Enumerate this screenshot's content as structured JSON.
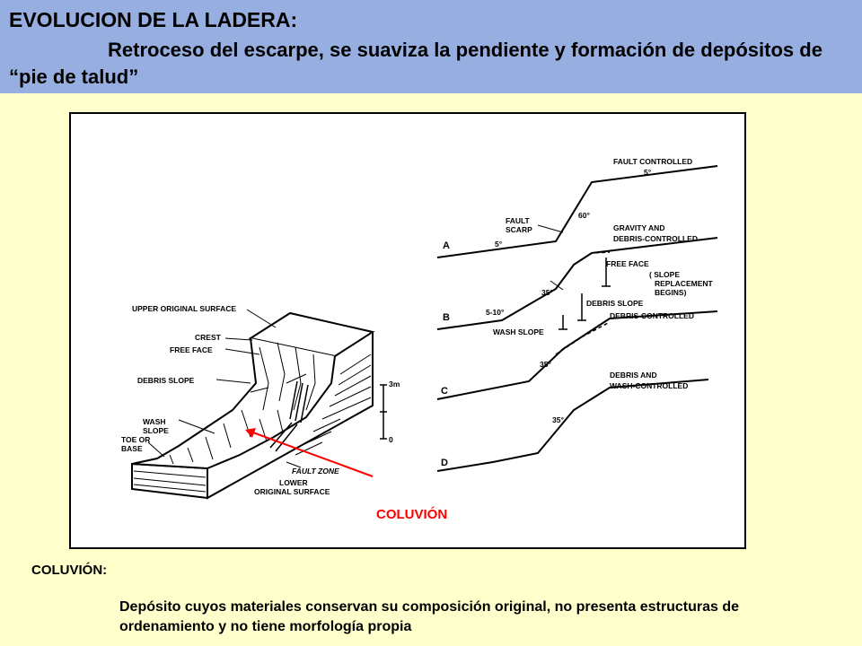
{
  "header": {
    "title": "EVOLUCION DE LA LADERA:",
    "subtitle": "Retroceso del escarpe, se suaviza  la pendiente  y formación de depósitos de “pie de talud”",
    "background_color": "#97aee0"
  },
  "page": {
    "background_color": "#ffffcc"
  },
  "figure": {
    "block_labels": {
      "upper_original_surface": "UPPER ORIGINAL SURFACE",
      "crest": "CREST",
      "free_face": "FREE FACE",
      "debris_slope": "DEBRIS SLOPE",
      "wash_slope_1": "WASH",
      "wash_slope_2": "SLOPE",
      "toe_1": "TOE OR",
      "toe_2": "BASE",
      "fault_zone": "FAULT ZONE",
      "lower_surface_1": "LOWER",
      "lower_surface_2": "ORIGINAL SURFACE",
      "scale_top": "3m",
      "scale_bottom": "0"
    },
    "profiles": {
      "a": {
        "letter": "A",
        "stage": "FAULT CONTROLLED",
        "angle_top": "5°",
        "scarp_1": "FAULT",
        "scarp_2": "SCARP",
        "angle_scarp": "60°",
        "angle_base": "5°"
      },
      "b": {
        "letter": "B",
        "stage_1": "GRAVITY AND",
        "stage_2": "DEBRIS-CONTROLLED",
        "free_face": "FREE FACE",
        "note_1": "( SLOPE",
        "note_2": "REPLACEMENT",
        "note_3": "BEGINS)",
        "angle": "35°",
        "debris_slope": "DEBRIS SLOPE",
        "angle_base": "5-10°",
        "wash_slope": "WASH SLOPE"
      },
      "c": {
        "letter": "C",
        "stage": "DEBRIS-CONTROLLED",
        "angle": "35°"
      },
      "d": {
        "letter": "D",
        "stage_1": "DEBRIS AND",
        "stage_2": "WASH-CONTROLLED",
        "angle": "35°"
      }
    },
    "callout": {
      "label": "COLUVIÓN",
      "color": "#ff0000"
    }
  },
  "definition": {
    "term": "COLUVIÓN:",
    "text": "Depósito cuyos materiales conservan su composición original, no presenta estructuras de ordenamiento y no tiene morfología propia"
  }
}
